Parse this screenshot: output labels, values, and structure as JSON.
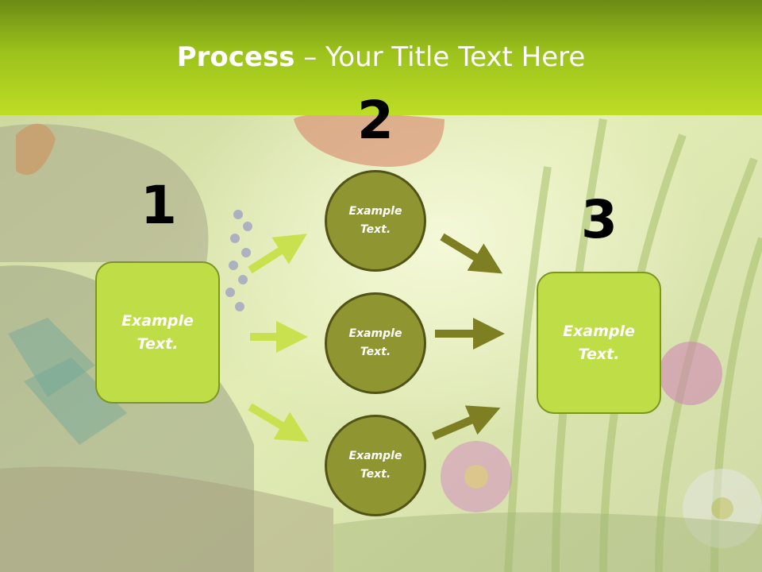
{
  "slide": {
    "title_bold": "Process",
    "title_rest": " – Your Title Text Here"
  },
  "steps": {
    "step1": {
      "number": "1",
      "text": "Example Text."
    },
    "step2": {
      "number": "2",
      "items": [
        "Example Text.",
        "Example Text.",
        "Example Text."
      ]
    },
    "step3": {
      "number": "3",
      "text": "Example Text."
    }
  },
  "colors": {
    "header_green": "#9cc21c",
    "box_fill": "#bfdd46",
    "circle_fill": "#8f9530",
    "arrow_light": "#c9e04f",
    "arrow_dark": "#7d7f22"
  }
}
